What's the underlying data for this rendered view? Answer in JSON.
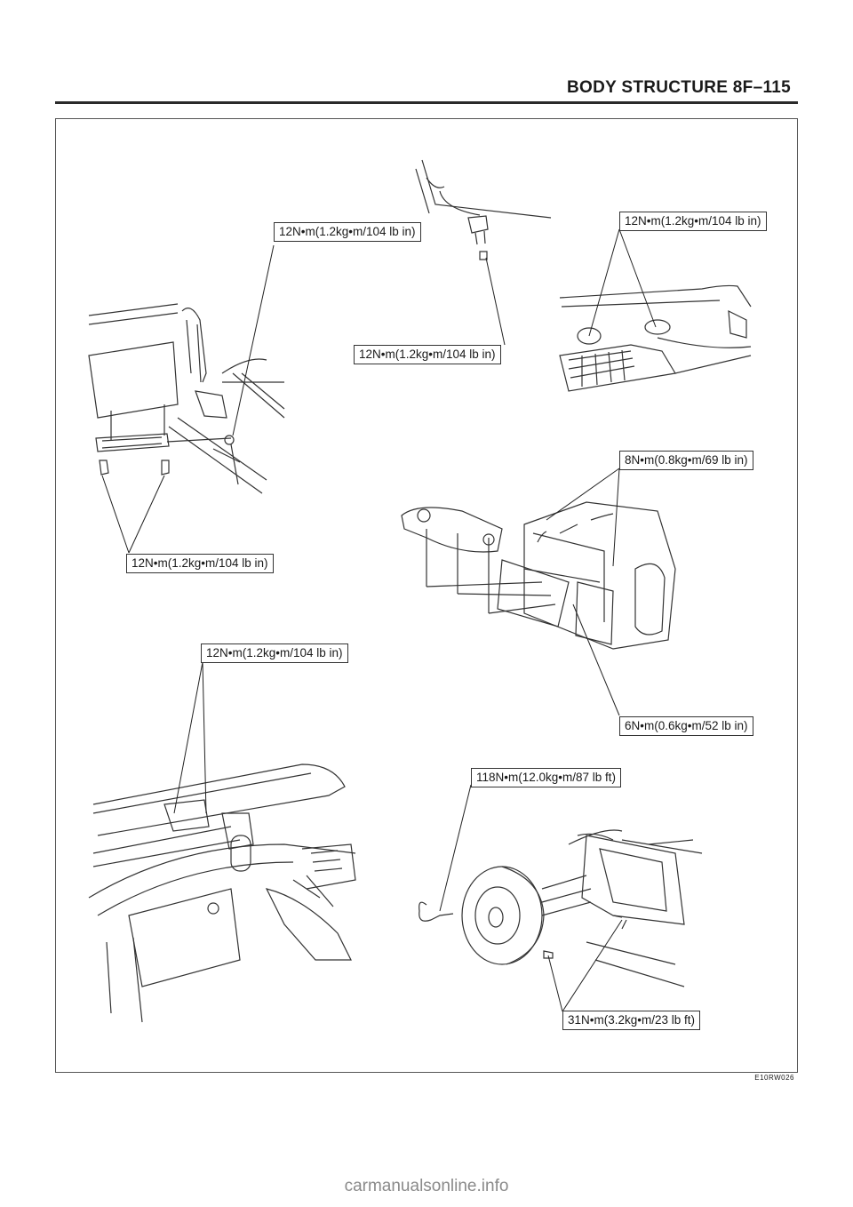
{
  "header": {
    "title": "BODY STRUCTURE   8F–115"
  },
  "figure": {
    "code": "E10RW026",
    "torque_labels": [
      {
        "id": "t1",
        "text": "12N•m(1.2kg•m/104 lb in)"
      },
      {
        "id": "t2",
        "text": "12N•m(1.2kg•m/104 lb in)"
      },
      {
        "id": "t3",
        "text": "12N•m(1.2kg•m/104 lb in)"
      },
      {
        "id": "t4",
        "text": "12N•m(1.2kg•m/104 lb in)"
      },
      {
        "id": "t5",
        "text": "8N•m(0.8kg•m/69 lb in)"
      },
      {
        "id": "t6",
        "text": "12N•m(1.2kg•m/104 lb in)"
      },
      {
        "id": "t7",
        "text": "6N•m(0.6kg•m/52 lb in)"
      },
      {
        "id": "t8",
        "text": "118N•m(12.0kg•m/87 lb ft)"
      },
      {
        "id": "t9",
        "text": "31N•m(3.2kg•m/23 lb ft)"
      }
    ]
  },
  "footer": {
    "watermark": "carmanualsonline.info"
  }
}
